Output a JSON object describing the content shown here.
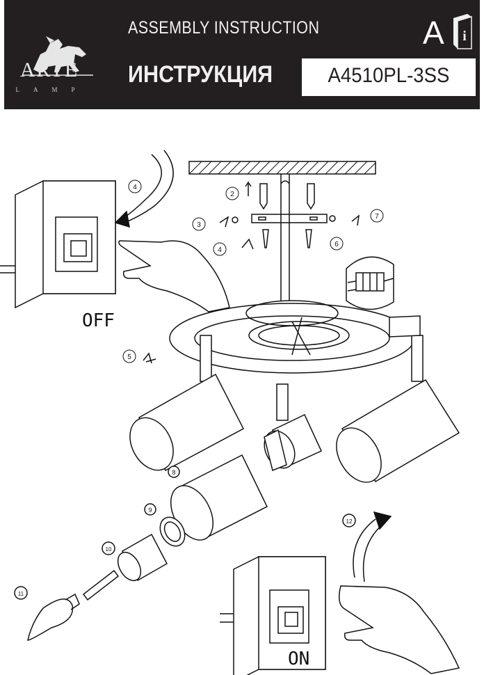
{
  "header": {
    "brand_name": "ARTE",
    "brand_sub": "LAMP",
    "title_en": "ASSEMBLY INSTRUCTION",
    "title_ru": "ИНСТРУКЦИЯ",
    "model": "A4510PL-3SS",
    "letter": "A",
    "info_symbol": "i"
  },
  "diagram": {
    "label_off": "OFF",
    "label_on": "ON",
    "steps": [
      "2",
      "3",
      "4",
      "4",
      "5",
      "6",
      "7",
      "8",
      "9",
      "10",
      "11",
      "12"
    ]
  },
  "icons": [
    "lion-logo-icon",
    "info-book-icon",
    "switch-box-icon",
    "hand-icon",
    "arrow-icon",
    "lamp-icon",
    "bulb-icon"
  ]
}
